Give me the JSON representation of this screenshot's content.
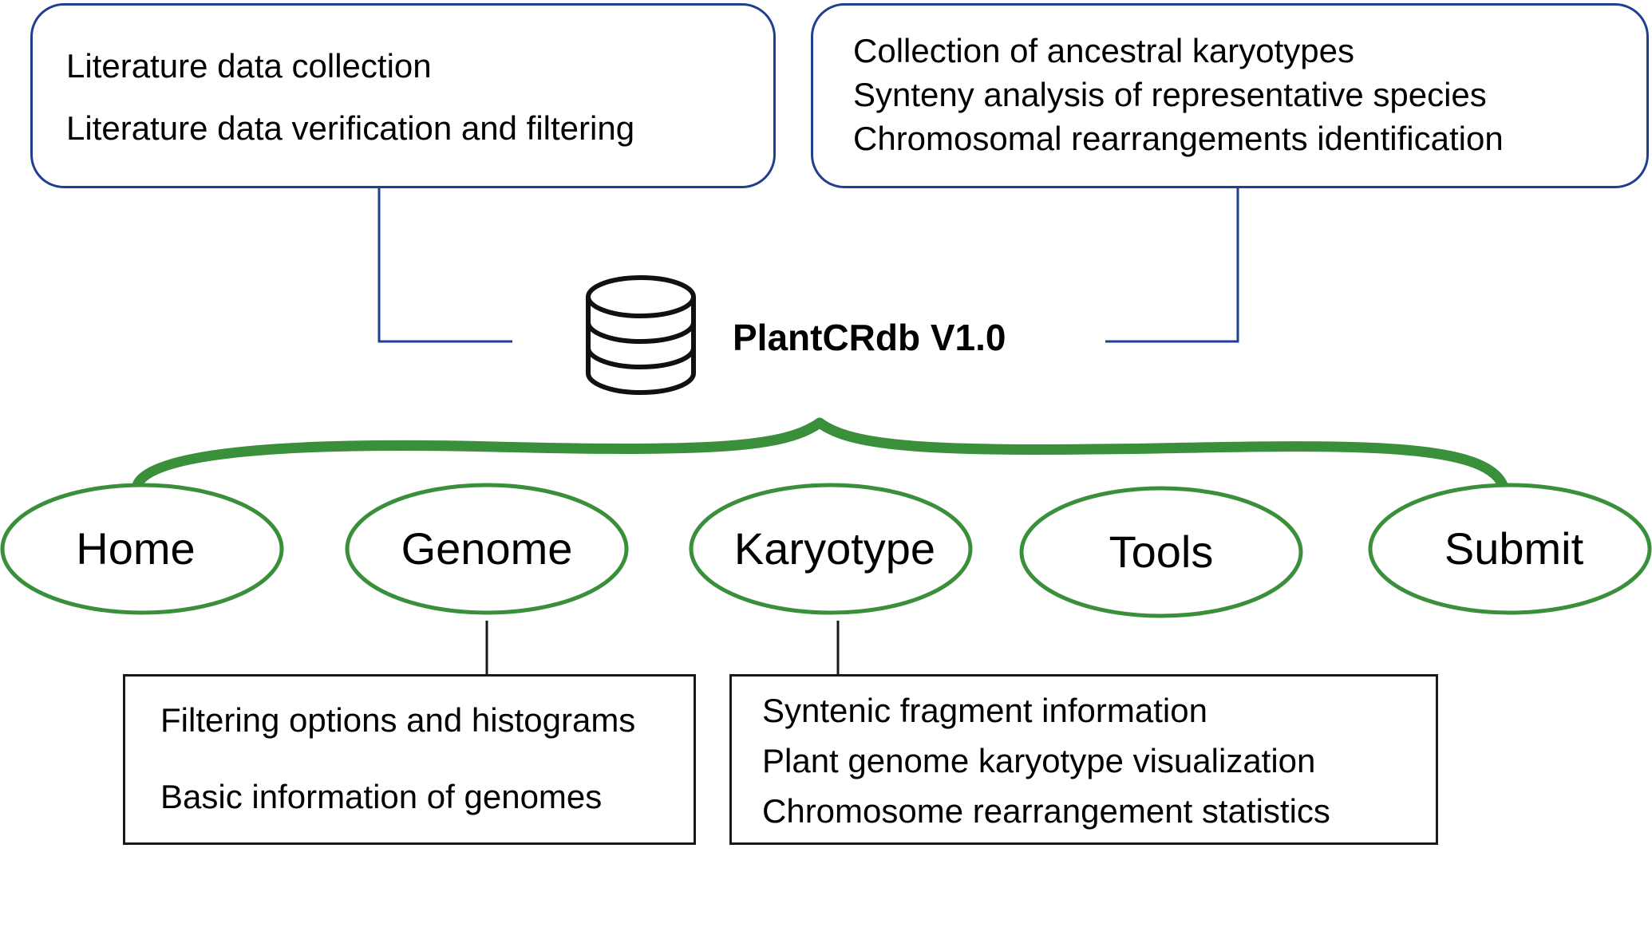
{
  "top_left_box": {
    "lines": [
      "Literature data collection",
      "Literature data verification and filtering"
    ]
  },
  "top_right_box": {
    "lines": [
      "Collection of ancestral karyotypes",
      "Synteny analysis of representative species",
      "Chromosomal rearrangements identification"
    ]
  },
  "center": {
    "title": "PlantCRdb V1.0",
    "icon": "database-icon"
  },
  "nodes": [
    "Home",
    "Genome",
    "Karyotype",
    "Tools",
    "Submit"
  ],
  "genome_box": {
    "lines": [
      "Filtering options and histograms",
      "Basic information of genomes"
    ]
  },
  "karyotype_box": {
    "lines": [
      "Syntenic fragment information",
      "Plant genome karyotype visualization",
      "Chromosome rearrangement statistics"
    ]
  },
  "colors": {
    "top_box_border": "#1f3f8f",
    "connector_blue": "#1f3f8f",
    "node_green": "#3a8f3a",
    "bottom_box_border": "#1a1a1a"
  }
}
